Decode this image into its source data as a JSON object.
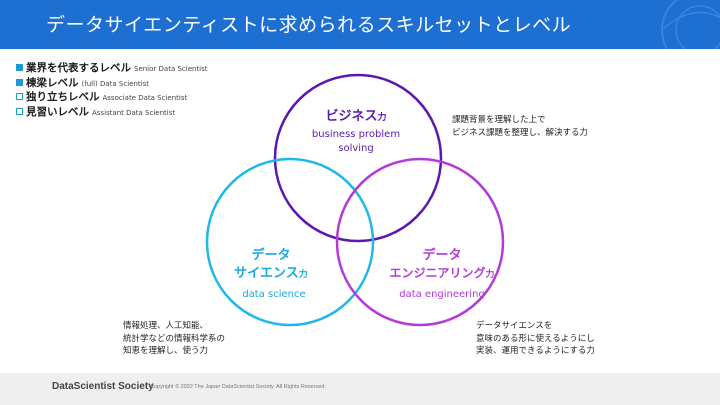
{
  "header": {
    "title": "データサイエンティストに求められるスキルセットとレベル"
  },
  "legend": [
    {
      "label": "業界を代表するレベル",
      "sub": "Senior Data Scientist",
      "marker": "filled"
    },
    {
      "label": "棟梁レベル",
      "sub": "(full) Data Scientist",
      "marker": "filled"
    },
    {
      "label": "独り立ちレベル",
      "sub": "Associate Data Scientist",
      "marker": "hollow"
    },
    {
      "label": "見習いレベル",
      "sub": "Assistant Data Scientist",
      "marker": "hollow"
    }
  ],
  "circles": {
    "business": {
      "title": "ビジネス",
      "suffix": "力",
      "en1": "business problem",
      "en2": "solving",
      "color": "#5a18b0"
    },
    "science": {
      "title1": "データ",
      "title2": "サイエンス",
      "suffix": "力",
      "en": "data science",
      "color": "#20b8e8"
    },
    "engineering": {
      "title1": "データ",
      "title2": "エンジニアリング",
      "suffix": "力",
      "en": "data engineering",
      "color": "#b43ad8"
    }
  },
  "descriptions": {
    "business": [
      "課題背景を理解した上で",
      "ビジネス課題を整理し、解決する力"
    ],
    "science": [
      "情報処理、人工知能、",
      "統計学などの情報科学系の",
      "知恵を理解し、使う力"
    ],
    "engineering": [
      "データサイエンスを",
      "意味のある形に使えるようにし",
      "実装、運用できるようにする力"
    ]
  },
  "footer": {
    "brand": "DataScientist Society",
    "copyright": "Copyright © 2022 The Japan DataScientist Society. All Rights Reserved."
  },
  "colors": {
    "header_bg": "#1d6fd1",
    "business": "#5a18b0",
    "science": "#20b8e8",
    "engineering": "#b43ad8"
  }
}
